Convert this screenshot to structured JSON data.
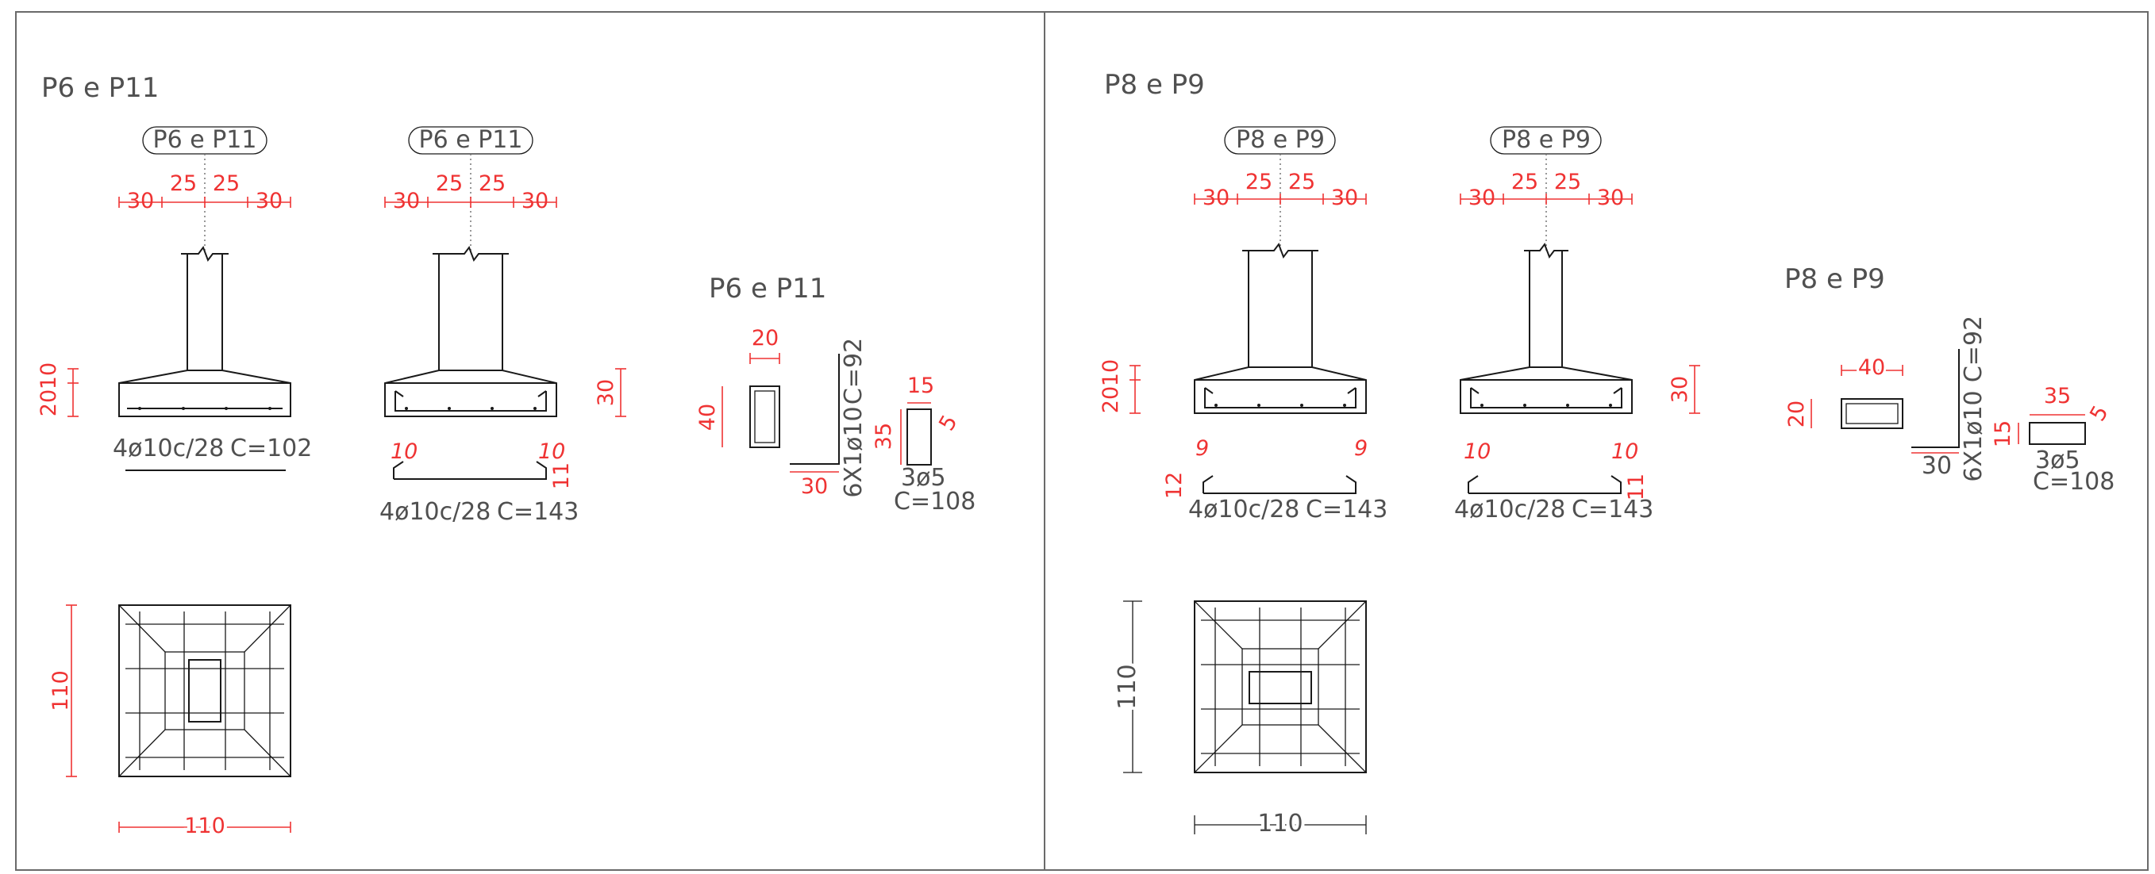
{
  "left": {
    "title": "P6 e P11",
    "tag_a": "P6 e P11",
    "tag_b": "P6 e P11",
    "dims_top": [
      "30",
      "25",
      "25",
      "30"
    ],
    "dim_h_a": "20",
    "dim_h_b": "10",
    "dim_h_c": "30",
    "bar_a": "4ø10c/28",
    "bar_a_len": "C=102",
    "bar_b": "4ø10c/28",
    "bar_b_len": "C=143",
    "hook_b_left": "10",
    "hook_b_right": "10",
    "hook_b_side": "11",
    "plan_h": "110",
    "plan_w": "110",
    "stirrup_title": "P6 e P11",
    "stir_w": "20",
    "stir_h": "40",
    "long_bar": "6X1ø10",
    "long_len": "C=92",
    "long_hook": "30",
    "s2_w": "15",
    "s2_h": "35",
    "s2_hook": "5",
    "s2_bar": "3ø5",
    "s2_len": "C=108"
  },
  "right": {
    "title": "P8 e P9",
    "tag_a": "P8 e P9",
    "tag_b": "P8 e P9",
    "dims_top": [
      "30",
      "25",
      "25",
      "30"
    ],
    "dim_h_a": "20",
    "dim_h_b": "10",
    "dim_h_c": "30",
    "hook_a_left": "9",
    "hook_a_right": "9",
    "hook_a_side": "12",
    "bar_a": "4ø10c/28",
    "bar_a_len": "C=143",
    "hook_b_left": "10",
    "hook_b_right": "10",
    "hook_b_side": "11",
    "bar_b": "4ø10c/28",
    "bar_b_len": "C=143",
    "plan_h": "110",
    "plan_w": "110",
    "stirrup_title": "P8 e P9",
    "stir_w": "40",
    "stir_h": "20",
    "long_bar": "6X1ø10",
    "long_len": "C=92",
    "long_hook": "30",
    "s2_w": "35",
    "s2_h": "15",
    "s2_hook": "5",
    "s2_bar": "3ø5",
    "s2_len": "C=108"
  }
}
